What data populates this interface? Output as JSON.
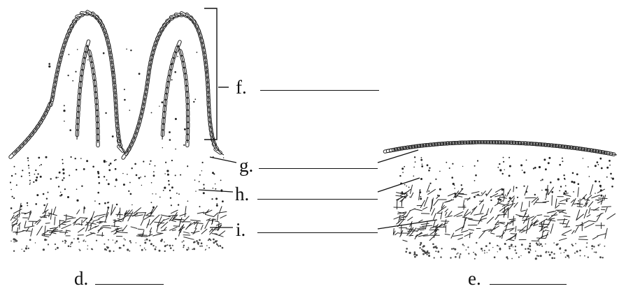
{
  "labels": {
    "f": "f.",
    "g": "g.",
    "h": "h.",
    "i": "i.",
    "d": "d.",
    "e": "e."
  },
  "colors": {
    "ink": "#111111",
    "background": "#ffffff"
  }
}
